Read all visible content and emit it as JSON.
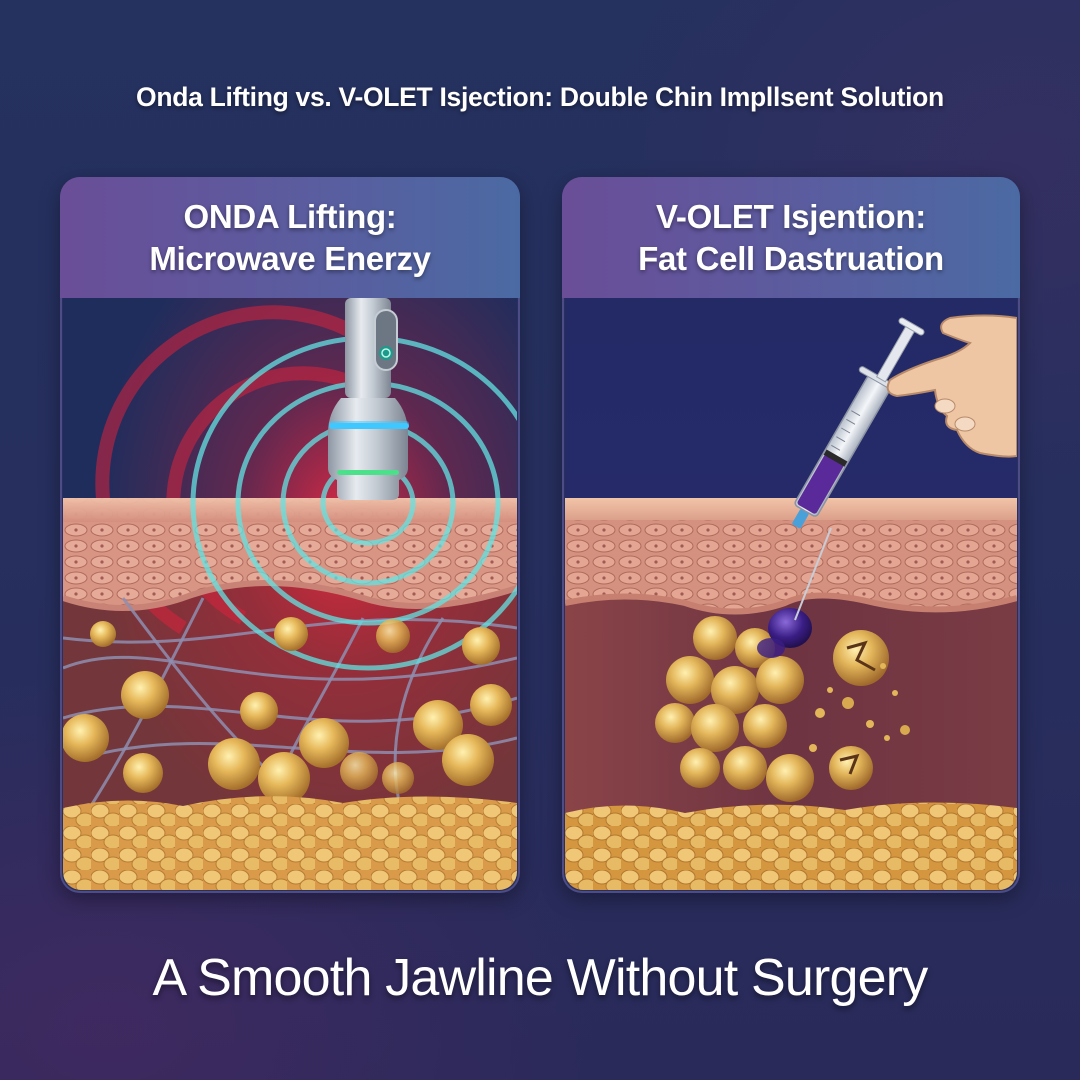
{
  "header": {
    "title": "Onda Lifting vs. V-OLET Isjection: Double Chin Impllsent Solution"
  },
  "panels": [
    {
      "title_line1": "ONDA Lifting:",
      "title_line2": "Microwave Enerzy",
      "illustration": {
        "subject": "microwave handpiece emitting energy waves into skin layers",
        "icons": [
          "microwave-device-icon",
          "power-icon",
          "energy-wave-icon",
          "collagen-fiber-icon",
          "fat-cell-icon"
        ],
        "colors": {
          "background": "#1f2d5c",
          "device_ring_blue": "#3fc8ff",
          "device_ring_green": "#4be08a",
          "wave_cyan": "#5fe0e0",
          "wave_red": "#e0203a",
          "skin": "#d99a86",
          "dermis": "#7a3b3a",
          "fat": "#e2b35a"
        }
      }
    },
    {
      "title_line1": "V-OLET Isjention:",
      "title_line2": "Fat Cell Dastruation",
      "illustration": {
        "subject": "hand holding syringe injecting purple solution into fat cell cluster",
        "icons": [
          "hand-icon",
          "syringe-icon",
          "fat-cell-cluster-icon",
          "ruptured-fat-cell-icon"
        ],
        "colors": {
          "background": "#27296a",
          "syringe_fluid": "#5a2a9a",
          "needle_hub": "#4aa0d8",
          "skin": "#d9a08c",
          "dermis": "#7b3b45",
          "fat": "#e2b35a"
        }
      }
    }
  ],
  "footer": {
    "tagline": "A Smooth Jawline Without Surgery"
  },
  "theme": {
    "page_background": "#26305e",
    "header_gradient_start": "#6a4e98",
    "header_gradient_end": "#4b6aa3",
    "text": "#ffffff"
  }
}
